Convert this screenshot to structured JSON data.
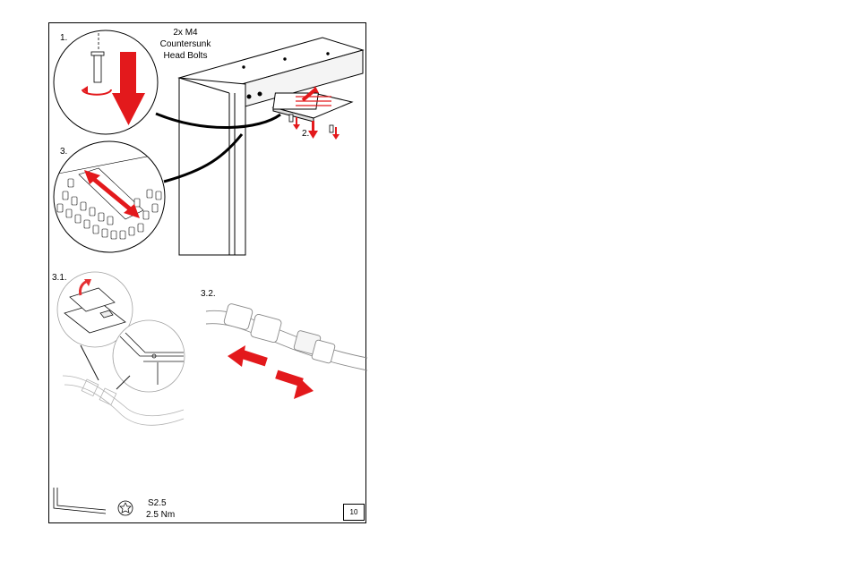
{
  "step1": {
    "label": "1."
  },
  "bolt_note": {
    "line1": "2x M4",
    "line2": "Countersunk",
    "line3": "Head Bolts"
  },
  "step2": {
    "label": "2."
  },
  "step3": {
    "label": "3."
  },
  "step3_1": {
    "label": "3.1."
  },
  "step3_2": {
    "label": "3.2."
  },
  "tool": {
    "size": "S2.5",
    "torque": "2.5 Nm"
  },
  "page_number": "10",
  "colors": {
    "arrow_red": "#e3191c",
    "line": "#000000",
    "faint": "#bbbbbb"
  }
}
